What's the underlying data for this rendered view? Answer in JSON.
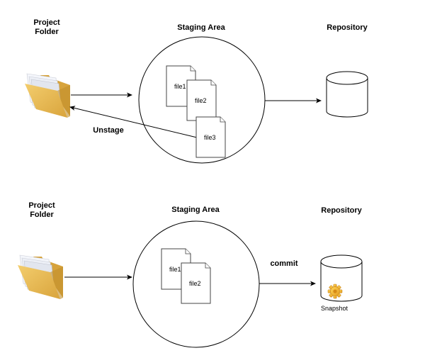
{
  "diagrams": [
    {
      "id": "unstage",
      "project_folder_label": [
        "Project",
        "Folder"
      ],
      "staging_area_label": "Staging Area",
      "repository_label": "Repository",
      "files": [
        "file1",
        "file2",
        "file3"
      ],
      "back_arrow_label": "Unstage"
    },
    {
      "id": "commit",
      "project_folder_label": [
        "Project",
        "Folder"
      ],
      "staging_area_label": "Staging Area",
      "repository_label": "Repository",
      "files": [
        "file1",
        "file2"
      ],
      "commit_arrow_label": "commit",
      "snapshot_label": "Snapshot"
    }
  ],
  "icons": {
    "folder": "folder-icon",
    "file": "file-icon",
    "repository": "database-cylinder-icon",
    "snapshot": "gear-icon"
  },
  "colors": {
    "folder_fill": "#e8b94e",
    "folder_shade": "#c99a32",
    "gear_fill": "#f2b531",
    "stroke": "#000000"
  }
}
